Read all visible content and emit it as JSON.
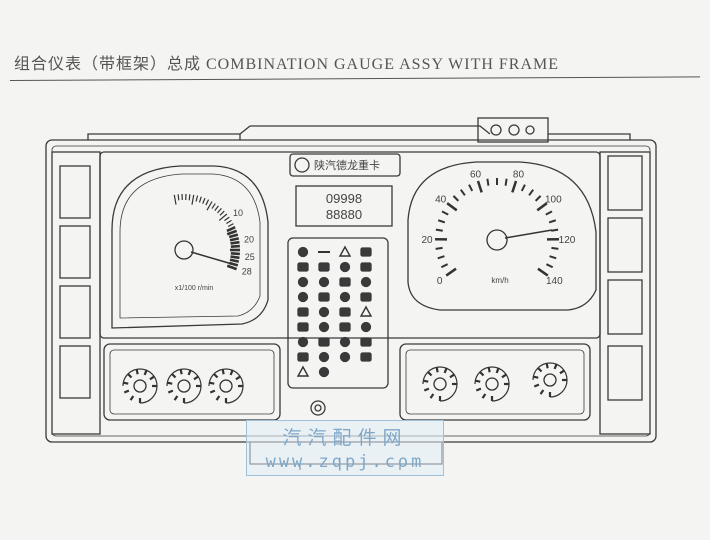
{
  "header": {
    "title": "组合仪表（带框架）总成 COMBINATION GAUGE ASSY WITH FRAME"
  },
  "brand": {
    "label": "陕汽德龙重卡"
  },
  "odometer": {
    "top": "09998",
    "bottom": "88880"
  },
  "tachometer": {
    "ticks": [
      "10",
      "20",
      "25",
      "28"
    ],
    "unit": "x1/100 r/min"
  },
  "speedometer": {
    "ticks": [
      "0",
      "20",
      "40",
      "60",
      "80",
      "100",
      "120",
      "140"
    ],
    "unit": "km/h"
  },
  "watermark": {
    "chinese": "汽汽配件网",
    "url": "www.zqpj.com"
  },
  "colors": {
    "line": "#3a3a3a",
    "paper": "#f4f4f2",
    "watermark": "#7fa8c8"
  }
}
